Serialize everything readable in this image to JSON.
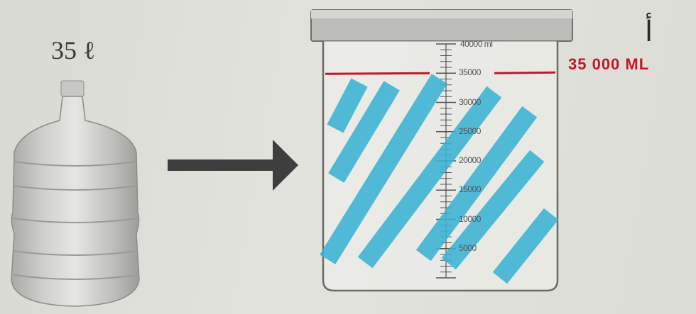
{
  "bottle": {
    "volume_label": "35 ℓ"
  },
  "beaker": {
    "unit": "ml",
    "capacity_label": "40000 ml",
    "scale_labels": [
      "35000",
      "30000",
      "25000",
      "20000",
      "15000",
      "10000",
      "5000"
    ],
    "fill_level_ml": 35000,
    "max_ml": 40000
  },
  "annotations": {
    "answer_text": "35 000 ML",
    "choice_letter": "أ",
    "ink_color": "#c0182a",
    "highlight_color": "#3bb3d4"
  }
}
